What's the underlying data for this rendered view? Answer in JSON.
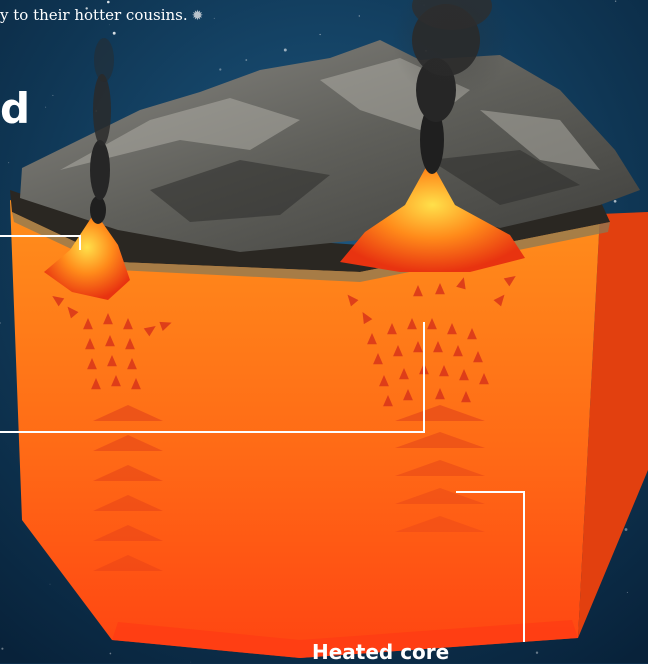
{
  "caption": {
    "text": "y to their hotter cousins.",
    "end_mark_icon": "gear-icon"
  },
  "heading_fragment": "d",
  "callouts": {
    "heated_core": "Heated core"
  },
  "colors": {
    "space": "#0c2e4a",
    "mantle_top": "#ff8c1a",
    "mantle_bottom": "#ff3b12",
    "lava": "#ff4a12",
    "rock": "#5b5b57",
    "arrow": "#d8341a",
    "smoke": "#2a2a2a",
    "leader_line": "#ffffff"
  }
}
